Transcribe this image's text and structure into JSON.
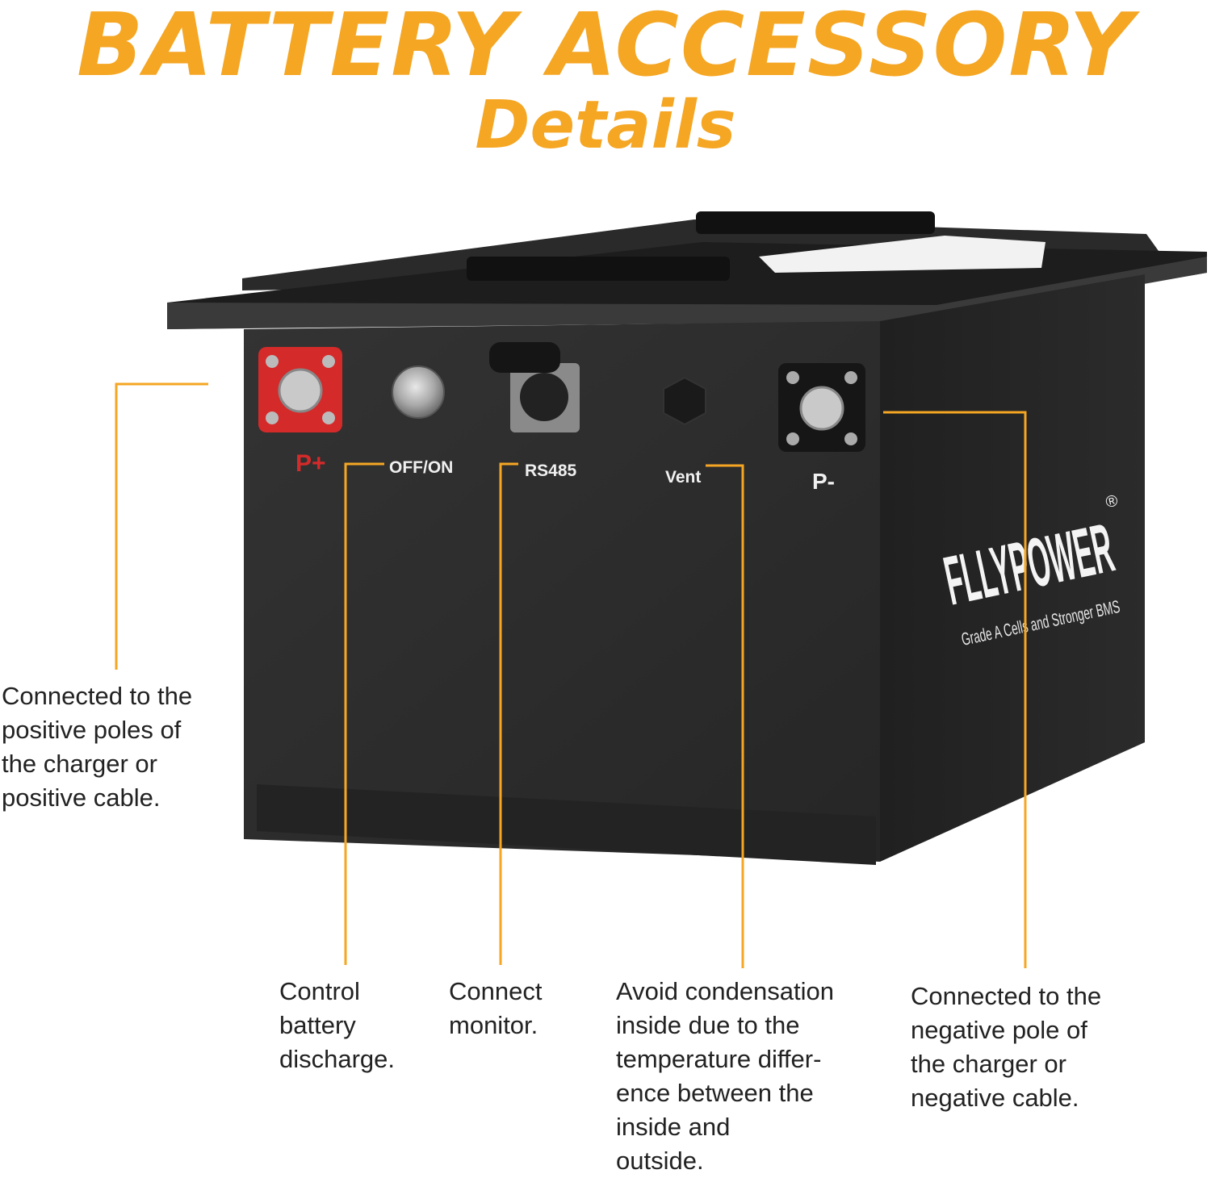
{
  "header": {
    "title": "BATTERY ACCESSORY",
    "subtitle": "Details"
  },
  "colors": {
    "accent": "#f5a623",
    "battery_body": "#2e2e2e",
    "positive_terminal": "#d42a2a"
  },
  "battery": {
    "brand": "FLLYPOWER",
    "registered_mark": "®",
    "tagline": "Grade A Cells and Stronger BMS",
    "ports": {
      "positive_label": "P+",
      "switch_label": "OFF/ON",
      "rs485_label": "RS485",
      "vent_label": "Vent",
      "negative_label": "P-"
    }
  },
  "callouts": {
    "positive": [
      "Connected to the",
      "positive poles of",
      "the charger or",
      "positive cable."
    ],
    "switch": [
      "Control",
      "battery",
      "discharge."
    ],
    "rs485": [
      "Connect",
      "monitor."
    ],
    "vent": [
      "Avoid condensation",
      "inside due to the",
      "temperature differ-",
      "ence between the",
      "inside and",
      "outside."
    ],
    "negative": [
      "Connected to the",
      "negative pole of",
      "the charger or",
      "negative cable."
    ]
  }
}
